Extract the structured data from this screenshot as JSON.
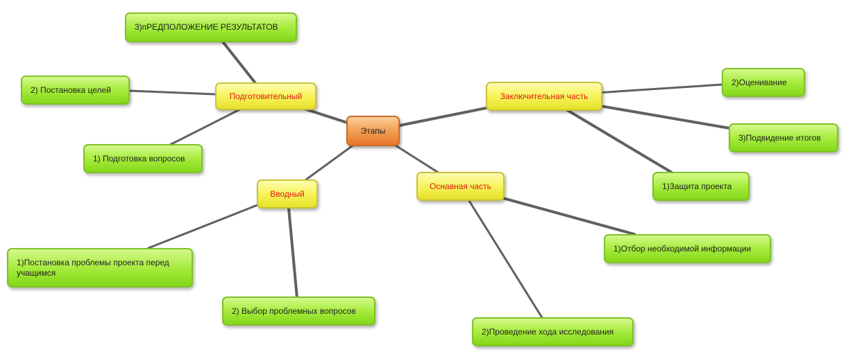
{
  "root": {
    "label": "Этапы"
  },
  "branches": {
    "podgotovitelny": {
      "label": "Подготовительный",
      "children": [
        "3)пРЕДПОЛОЖЕНИЕ РЕЗУЛЬТАТОВ",
        "2) Постановка целей",
        "1) Подготовка вопросов"
      ]
    },
    "vvodny": {
      "label": "Вводный",
      "children": [
        "1)Постановка проблемы проекта перед учащимся",
        "2) Выбор проблемных вопросов"
      ]
    },
    "osnovnaya": {
      "label": "Оснавная часть",
      "children": [
        "1)Отбор необходимой информации",
        "2)Проведение хода исследования"
      ]
    },
    "zaklyuchitelnaya": {
      "label": "Заключительная часть",
      "children": [
        "2)Оценивание",
        "3)Подвидение итогов",
        "1)Защита проекта"
      ]
    }
  },
  "colors": {
    "root_fill": "#f4a25a",
    "branch_fill": "#f6f45a",
    "branch_text": "#e01818",
    "leaf_fill": "#a6ec3e",
    "link": "#606060"
  }
}
